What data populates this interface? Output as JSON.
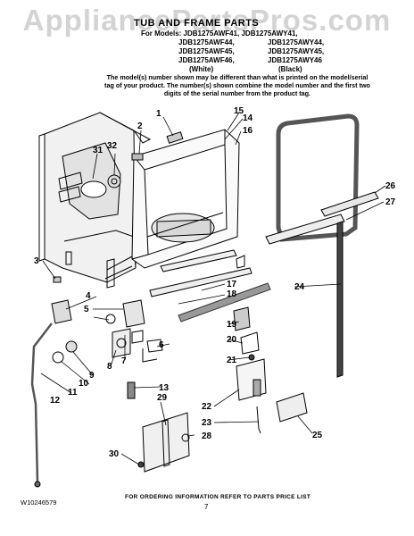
{
  "watermark": "AppliancePartsPros.com",
  "title": "TUB AND FRAME PARTS",
  "models_heading": "For Models: JDB1275AWF41, JDB1275AWY41,",
  "model_rows": [
    [
      "JDB1275AWF44,",
      "JDB1275AWY44,"
    ],
    [
      "JDB1275AWF45,",
      "JDB1275AWY45,"
    ],
    [
      "JDB1275AWF46,",
      "JDB1275AWY46"
    ],
    [
      "(White)",
      "(Black)"
    ]
  ],
  "note": "The model(s) number shown may be different than what is printed on the model/serial tag of your product. The number(s) shown combine the model number and the first two digits of the serial number from the product tag.",
  "callouts": [
    "1",
    "2",
    "3",
    "4",
    "5",
    "6",
    "7",
    "8",
    "9",
    "10",
    "11",
    "12",
    "13",
    "14",
    "15",
    "16",
    "17",
    "18",
    "19",
    "20",
    "21",
    "22",
    "23",
    "24",
    "25",
    "26",
    "27",
    "28",
    "29",
    "30",
    "31",
    "32"
  ],
  "footer": {
    "doc_id": "W10246579",
    "page": "7",
    "order_info": "FOR ORDERING INFORMATION REFER TO PARTS PRICE LIST"
  }
}
